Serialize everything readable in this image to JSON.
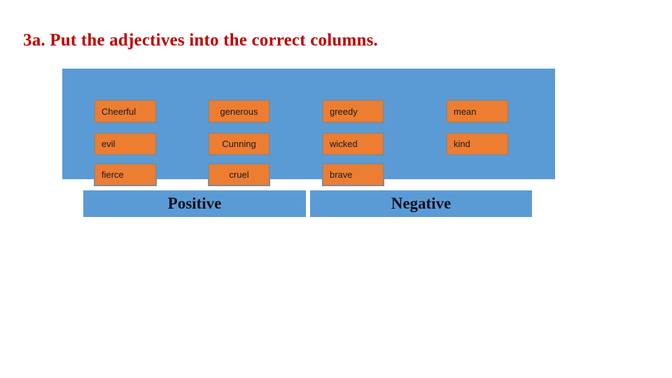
{
  "slide": {
    "title": "3a. Put the adjectives into the correct columns.",
    "title_color": "#C00000",
    "panel_color": "#5B9BD5",
    "chip_color": "#ED7D31",
    "chip_border_color": "#7E8C97",
    "background_color": "#FFFFFF"
  },
  "words": {
    "columns": [
      {
        "align": "left",
        "items": [
          "Cheerful",
          "evil",
          "fierce"
        ]
      },
      {
        "align": "center",
        "items": [
          "generous",
          "Cunning",
          "cruel"
        ]
      },
      {
        "align": "left",
        "items": [
          "greedy",
          "wicked",
          "brave"
        ]
      },
      {
        "align": "left",
        "items": [
          "mean",
          "kind"
        ]
      }
    ],
    "flat": [
      "Cheerful",
      "generous",
      "greedy",
      "mean",
      "evil",
      "Cunning",
      "wicked",
      "kind",
      "fierce",
      "cruel",
      "brave"
    ]
  },
  "categories": [
    {
      "id": "positive",
      "label": "Positive"
    },
    {
      "id": "negative",
      "label": "Negative"
    }
  ]
}
